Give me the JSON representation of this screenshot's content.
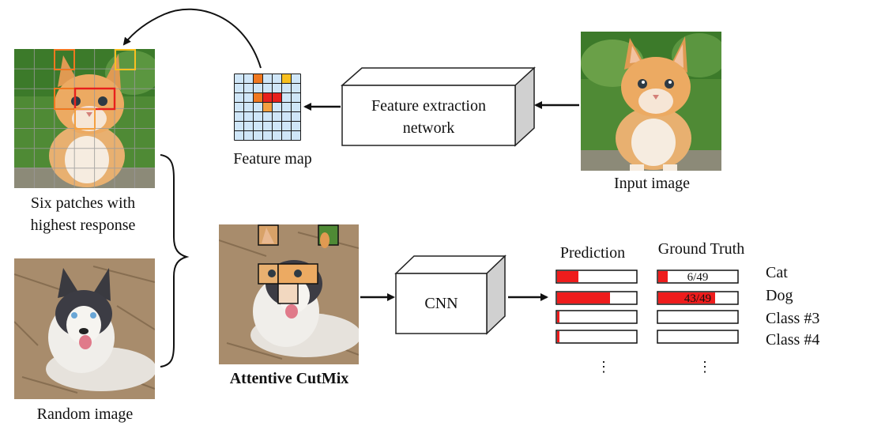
{
  "labels": {
    "feature_map": "Feature map",
    "input_image": "Input image",
    "six_patches_line1": "Six patches with",
    "six_patches_line2": "highest response",
    "random_image": "Random image",
    "attentive_cutmix": "Attentive CutMix",
    "feature_extraction_line1": "Feature extraction",
    "feature_extraction_line2": "network",
    "cnn": "CNN",
    "prediction": "Prediction",
    "ground_truth": "Ground Truth",
    "ellipsis": "⋮"
  },
  "classes": [
    "Cat",
    "Dog",
    "Class #3",
    "Class #4"
  ],
  "prediction_scores": [
    0.27,
    0.67,
    0.03,
    0.03
  ],
  "ground_truth": [
    {
      "fill": 0.12,
      "text": "6/49"
    },
    {
      "fill": 0.72,
      "text": "43/49"
    },
    {
      "fill": 0,
      "text": ""
    },
    {
      "fill": 0,
      "text": ""
    }
  ],
  "colors": {
    "bar_red": "#ee1c1c",
    "grid_light_blue": "#cfe6f8",
    "heat_orange": "#f07820",
    "heat_red": "#e8201c",
    "heat_gold": "#f8c020",
    "heat_light_orange": "#f4a040"
  }
}
